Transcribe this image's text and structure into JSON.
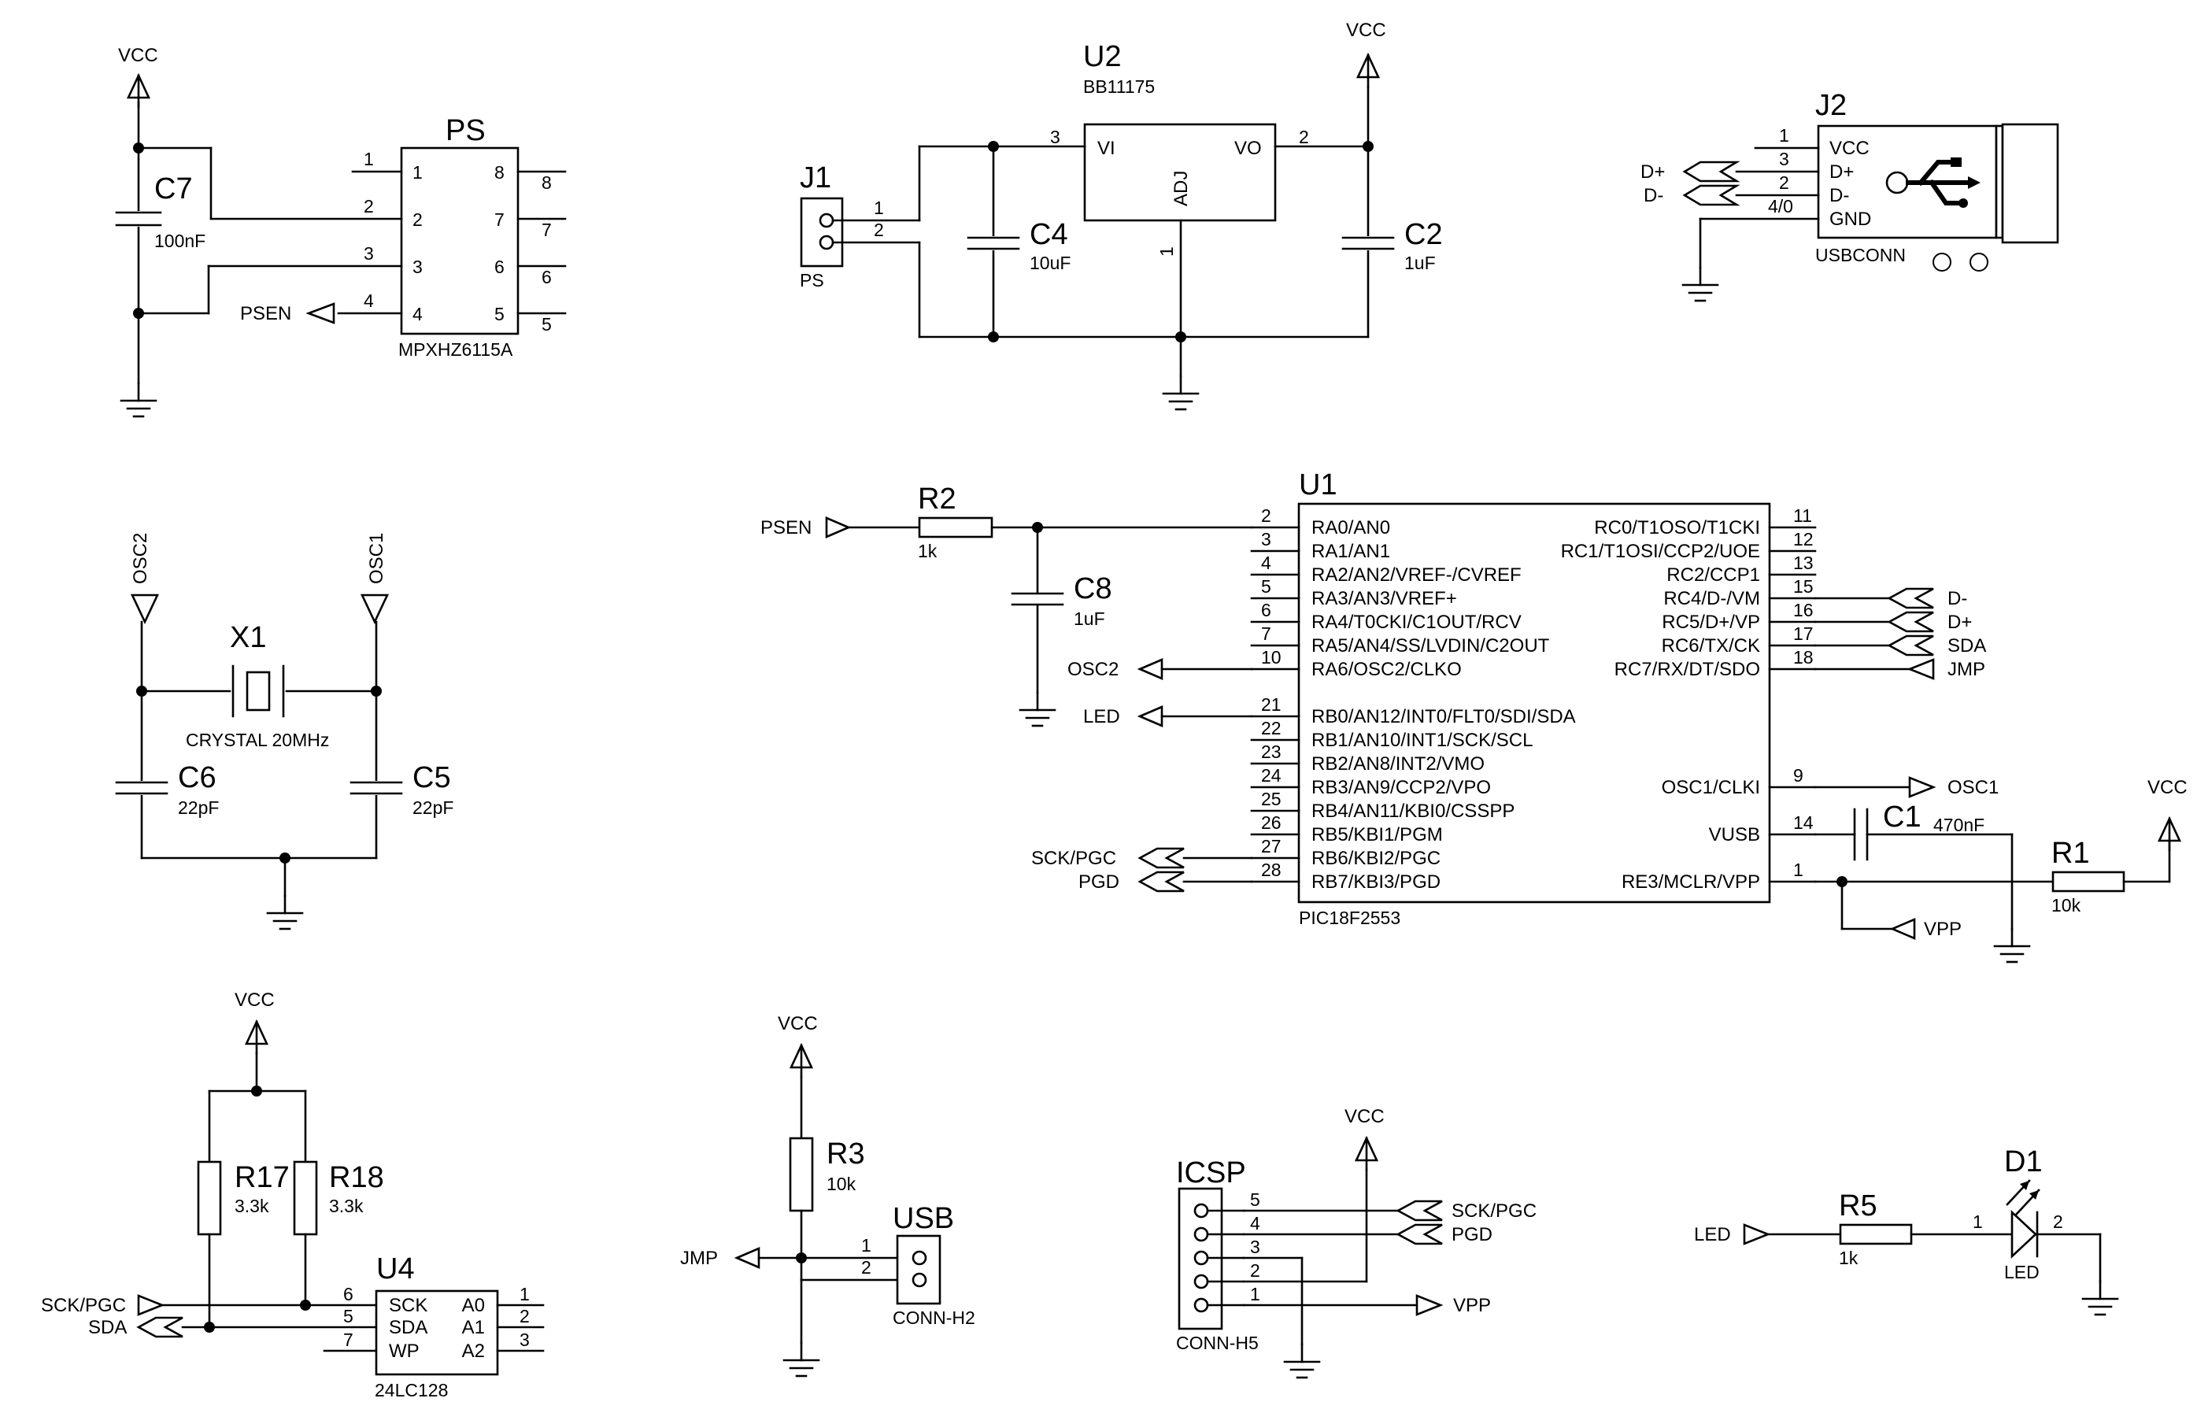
{
  "power": {
    "vcc": "VCC"
  },
  "nets": {
    "psen": "PSEN",
    "osc1": "OSC1",
    "osc2": "OSC2",
    "led": "LED",
    "dplus": "D+",
    "dminus": "D-",
    "sda": "SDA",
    "jmp": "JMP",
    "sck_pgc": "SCK/PGC",
    "pgd": "PGD",
    "vpp": "VPP"
  },
  "components": {
    "ps": {
      "ref": "PS",
      "value": "MPXHZ6115A",
      "pins": [
        "1",
        "2",
        "3",
        "4",
        "5",
        "6",
        "7",
        "8"
      ]
    },
    "c7": {
      "ref": "C7",
      "value": "100nF"
    },
    "u2": {
      "ref": "U2",
      "value": "BB11175",
      "pins": {
        "vi": "VI",
        "vo": "VO",
        "adj": "ADJ"
      },
      "pin_numbers": [
        "3",
        "2",
        "1"
      ]
    },
    "j1": {
      "ref": "J1",
      "value": "PS",
      "pin_numbers": [
        "1",
        "2"
      ]
    },
    "c4": {
      "ref": "C4",
      "value": "10uF"
    },
    "c2": {
      "ref": "C2",
      "value": "1uF"
    },
    "j2": {
      "ref": "J2",
      "value": "USBCONN",
      "pins": [
        "VCC",
        "D+",
        "D-",
        "GND"
      ],
      "pin_numbers": [
        "1",
        "3",
        "2",
        "4/0"
      ]
    },
    "x1": {
      "ref": "X1",
      "value": "CRYSTAL 20MHz"
    },
    "c6": {
      "ref": "C6",
      "value": "22pF"
    },
    "c5": {
      "ref": "C5",
      "value": "22pF"
    },
    "r2": {
      "ref": "R2",
      "value": "1k"
    },
    "c8": {
      "ref": "C8",
      "value": "1uF"
    },
    "u1": {
      "ref": "U1",
      "value": "PIC18F2553",
      "left_pins": [
        {
          "num": "2",
          "name": "RA0/AN0"
        },
        {
          "num": "3",
          "name": "RA1/AN1"
        },
        {
          "num": "4",
          "name": "RA2/AN2/VREF-/CVREF"
        },
        {
          "num": "5",
          "name": "RA3/AN3/VREF+"
        },
        {
          "num": "6",
          "name": "RA4/T0CKI/C1OUT/RCV"
        },
        {
          "num": "7",
          "name": "RA5/AN4/SS/LVDIN/C2OUT"
        },
        {
          "num": "10",
          "name": "RA6/OSC2/CLKO"
        },
        {
          "num": "21",
          "name": "RB0/AN12/INT0/FLT0/SDI/SDA"
        },
        {
          "num": "22",
          "name": "RB1/AN10/INT1/SCK/SCL"
        },
        {
          "num": "23",
          "name": "RB2/AN8/INT2/VMO"
        },
        {
          "num": "24",
          "name": "RB3/AN9/CCP2/VPO"
        },
        {
          "num": "25",
          "name": "RB4/AN11/KBI0/CSSPP"
        },
        {
          "num": "26",
          "name": "RB5/KBI1/PGM"
        },
        {
          "num": "27",
          "name": "RB6/KBI2/PGC"
        },
        {
          "num": "28",
          "name": "RB7/KBI3/PGD"
        }
      ],
      "right_pins": [
        {
          "num": "11",
          "name": "RC0/T1OSO/T1CKI"
        },
        {
          "num": "12",
          "name": "RC1/T1OSI/CCP2/UOE"
        },
        {
          "num": "13",
          "name": "RC2/CCP1"
        },
        {
          "num": "15",
          "name": "RC4/D-/VM"
        },
        {
          "num": "16",
          "name": "RC5/D+/VP"
        },
        {
          "num": "17",
          "name": "RC6/TX/CK"
        },
        {
          "num": "18",
          "name": "RC7/RX/DT/SDO"
        },
        {
          "num": "9",
          "name": "OSC1/CLKI"
        },
        {
          "num": "14",
          "name": "VUSB"
        },
        {
          "num": "1",
          "name": "RE3/MCLR/VPP"
        }
      ]
    },
    "c1": {
      "ref": "C1",
      "value": "470nF"
    },
    "r1": {
      "ref": "R1",
      "value": "10k"
    },
    "r17": {
      "ref": "R17",
      "value": "3.3k"
    },
    "r18": {
      "ref": "R18",
      "value": "3.3k"
    },
    "u4": {
      "ref": "U4",
      "value": "24LC128",
      "left_pins": [
        {
          "num": "6",
          "name": "SCK"
        },
        {
          "num": "5",
          "name": "SDA"
        },
        {
          "num": "7",
          "name": "WP"
        }
      ],
      "right_pins": [
        {
          "num": "1",
          "name": "A0"
        },
        {
          "num": "2",
          "name": "A1"
        },
        {
          "num": "3",
          "name": "A2"
        }
      ]
    },
    "r3": {
      "ref": "R3",
      "value": "10k"
    },
    "usb": {
      "ref": "USB",
      "value": "CONN-H2",
      "pin_numbers": [
        "1",
        "2"
      ]
    },
    "icsp": {
      "ref": "ICSP",
      "value": "CONN-H5",
      "pin_numbers": [
        "5",
        "4",
        "3",
        "2",
        "1"
      ]
    },
    "r5": {
      "ref": "R5",
      "value": "1k"
    },
    "d1": {
      "ref": "D1",
      "value": "LED",
      "pin_numbers": [
        "1",
        "2"
      ]
    }
  }
}
